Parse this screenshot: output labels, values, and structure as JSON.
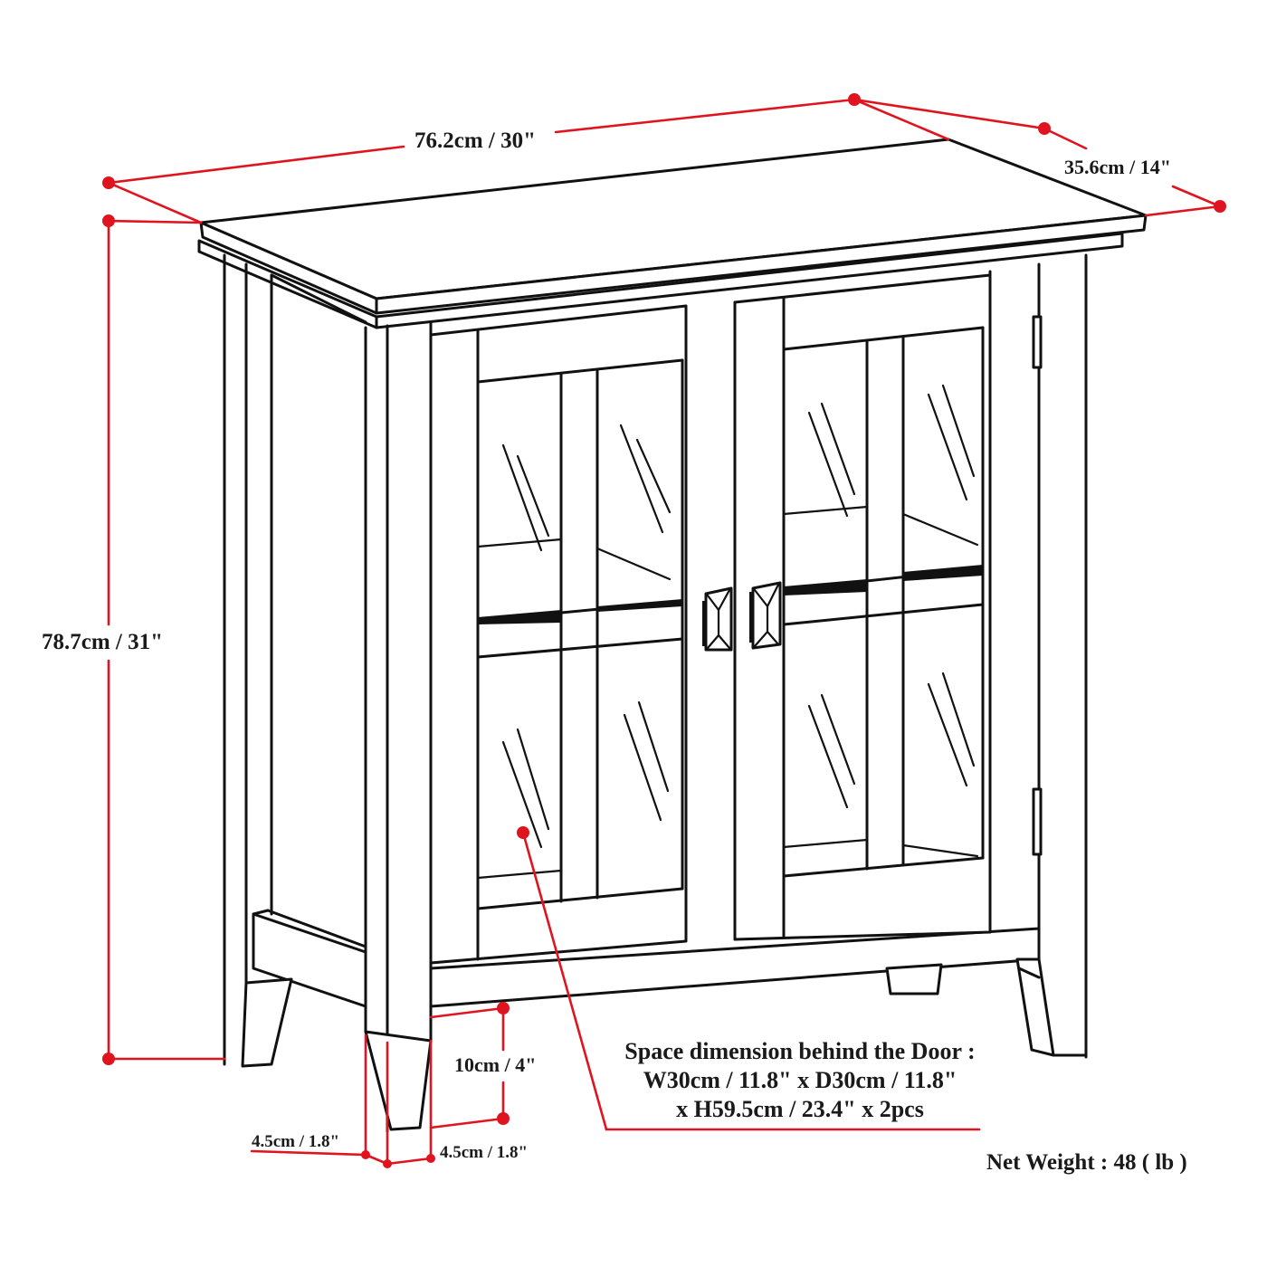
{
  "diagram": {
    "subject": "Low storage cabinet with two glass doors",
    "line_color": "#111111",
    "dimension_color": "#e0141e",
    "background": "#ffffff"
  },
  "dimensions": {
    "width": "76.2cm / 30\"",
    "depth": "35.6cm / 14\"",
    "height": "78.7cm / 31\"",
    "leg_clearance": "10cm / 4\"",
    "leg_width_left": "4.5cm / 1.8\"",
    "leg_width_right": "4.5cm / 1.8\""
  },
  "interior_note": {
    "lines": [
      "Space dimension behind the Door :",
      "W30cm / 11.8\" x D30cm / 11.8\"",
      "x H59.5cm / 23.4\" x 2pcs"
    ]
  },
  "net_weight": "Net Weight : 48 ( lb )"
}
